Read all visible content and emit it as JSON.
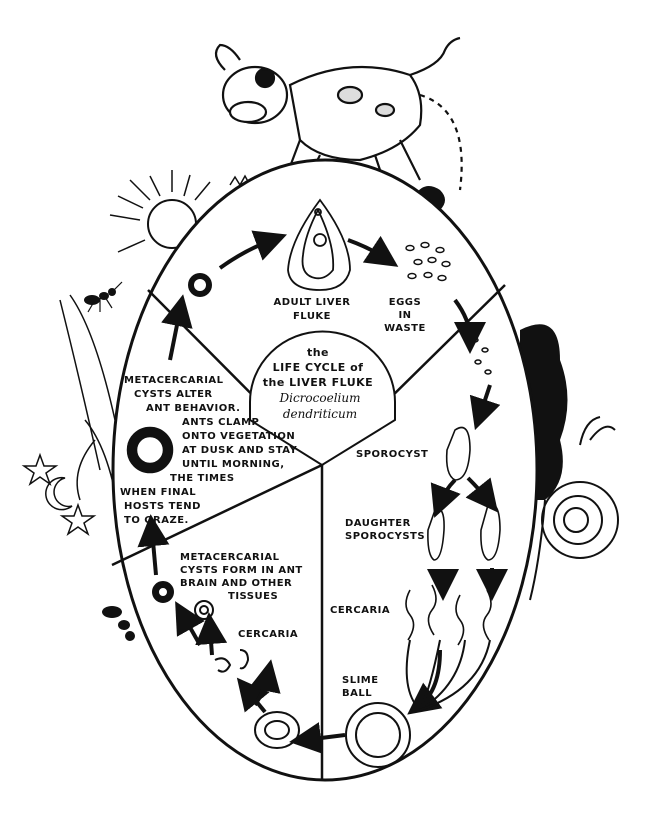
{
  "title": {
    "line1": "the",
    "line2": "LIFE CYCLE of",
    "line3": "the LIVER FLUKE",
    "line4": "Dicrocoelium",
    "line5": "dendriticum"
  },
  "labels": {
    "adult_line1": "ADULT LIVER",
    "adult_line2": "FLUKE",
    "eggs_line1": "EGGS",
    "eggs_line2": "IN",
    "eggs_line3": "WASTE",
    "sporocyst": "SPOROCYST",
    "daughter_line1": "DAUGHTER",
    "daughter_line2": "SPOROCYSTS",
    "cercaria_right": "CERCARIA",
    "slime_line1": "SLIME",
    "slime_line2": "BALL",
    "cercaria_left": "CERCARIA",
    "meta_form": [
      "METACERCARIAL",
      "CYSTS FORM IN ANT",
      "BRAIN AND OTHER",
      "TISSUES"
    ],
    "meta_alter": [
      "METACERCARIAL",
      "CYSTS  ALTER",
      "ANT BEHAVIOR.",
      "ANTS CLAMP",
      "ONTO VEGETATION",
      "AT DUSK AND STAY",
      "UNTIL MORNING,",
      "THE  TIMES",
      "WHEN FINAL",
      "HOSTS TEND",
      "TO GRAZE."
    ]
  },
  "icons": [
    "cow-icon",
    "snail-icon",
    "ant-icon",
    "sun-icon",
    "moon-icon",
    "star-icon",
    "dung-icon",
    "grass-icon"
  ],
  "colors": {
    "ink": "#111111",
    "paper": "#ffffff"
  }
}
